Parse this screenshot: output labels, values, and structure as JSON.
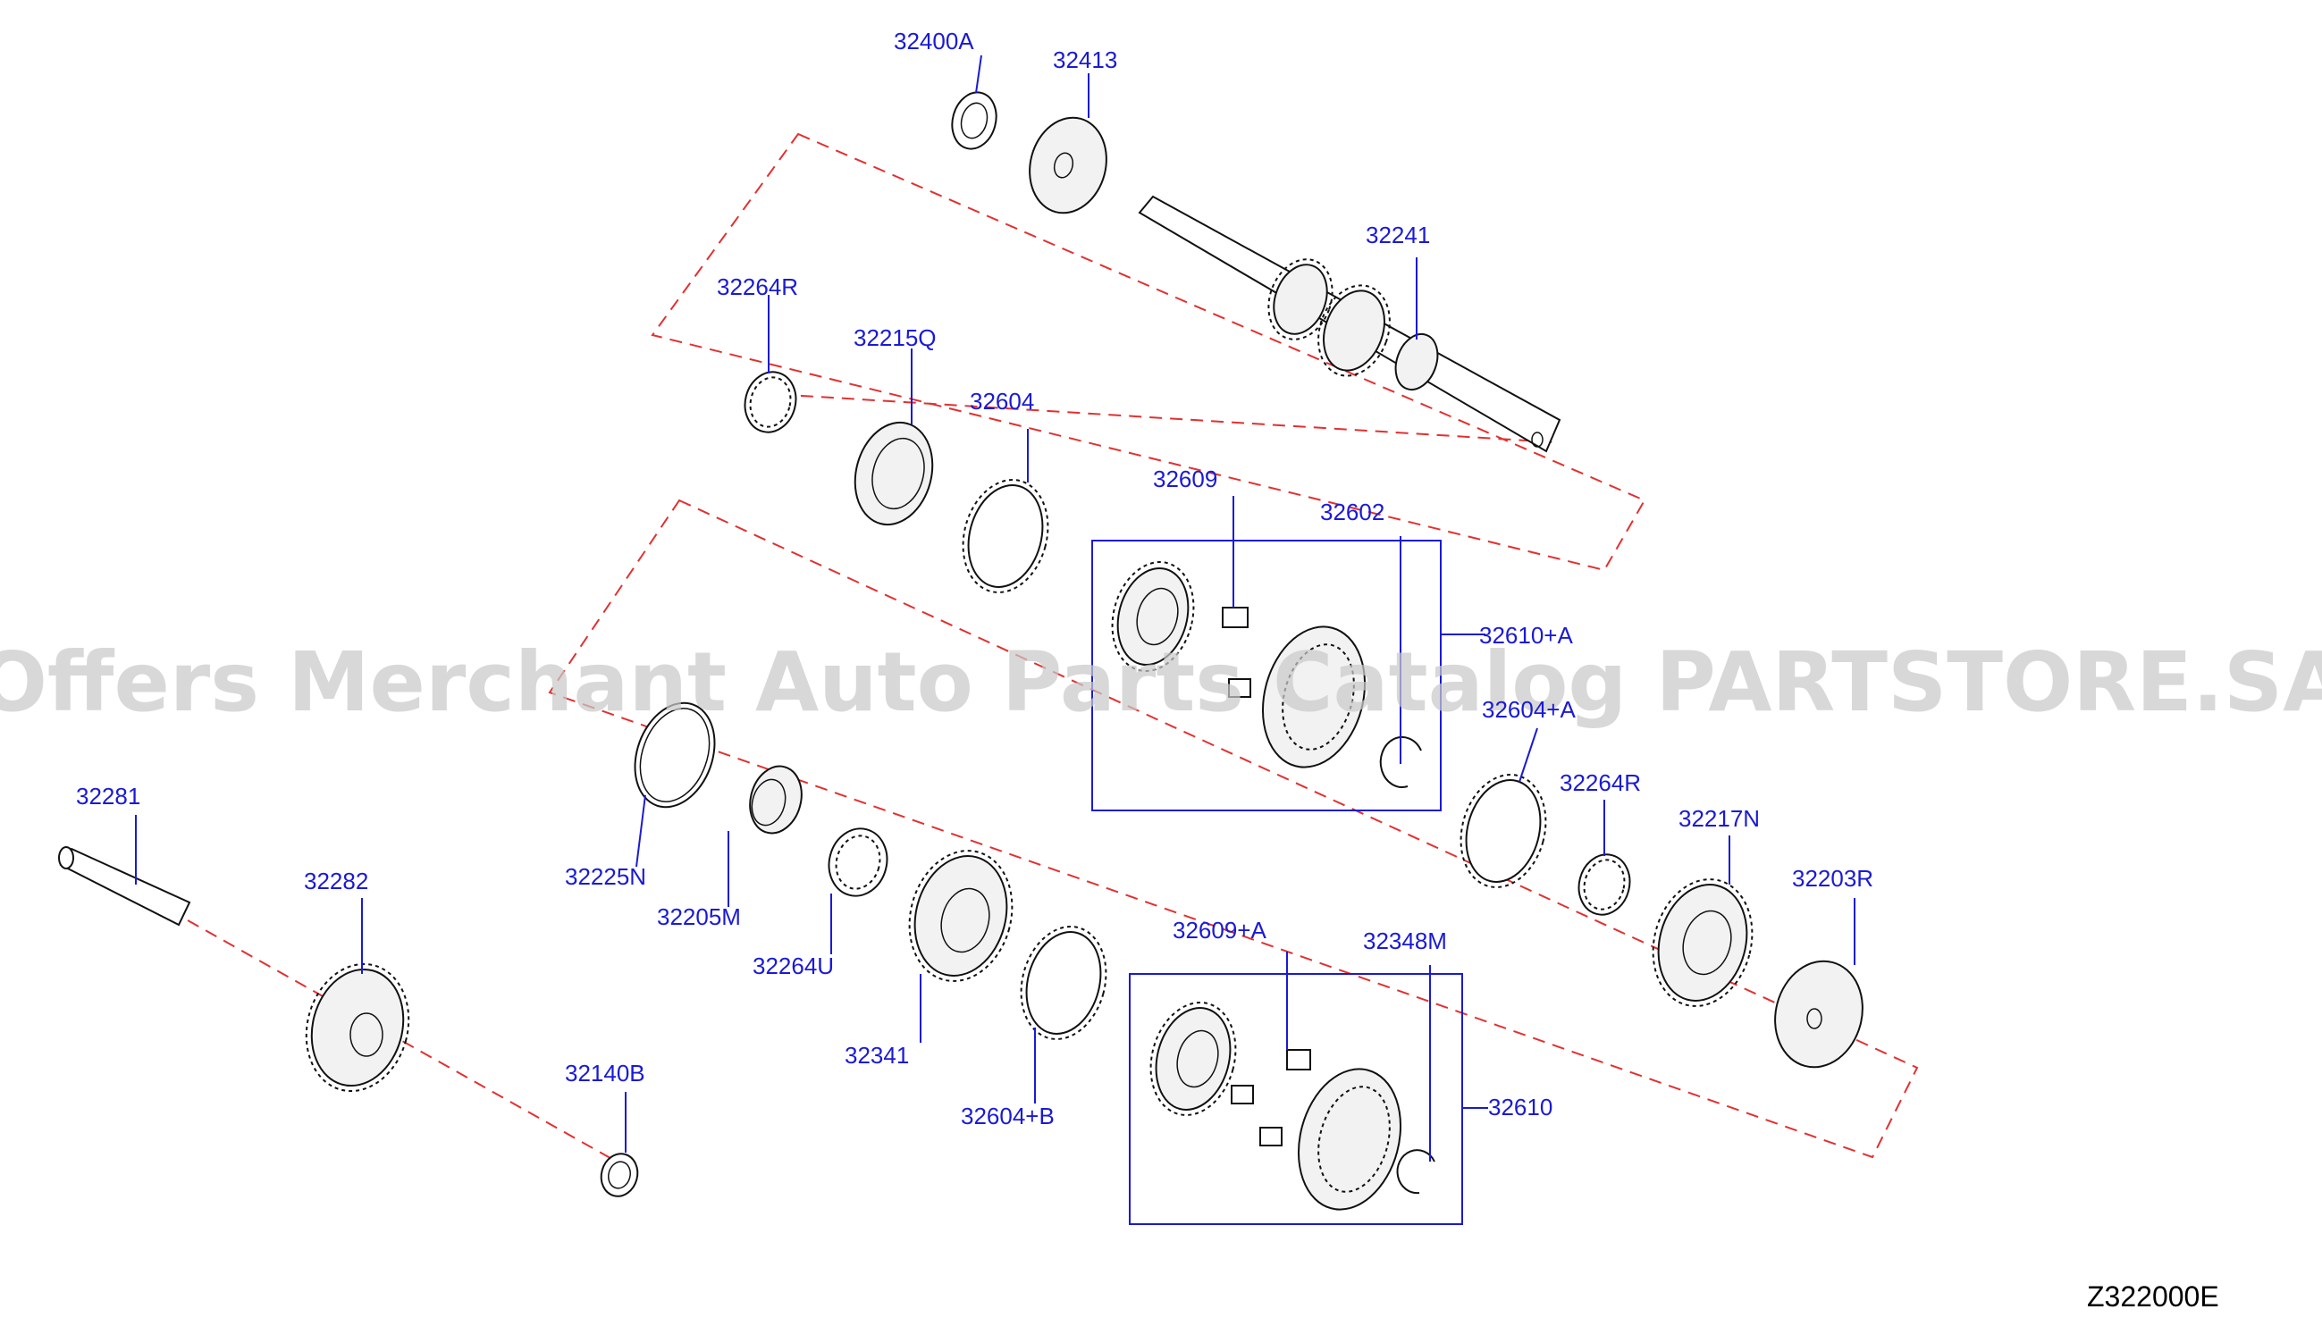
{
  "diagram": {
    "reference_code": "Z322000E",
    "watermark": "Offers Merchant Auto Parts Catalog PARTSTORE.SA",
    "callouts": [
      {
        "id": "32400A",
        "label": "32400A"
      },
      {
        "id": "32413",
        "label": "32413"
      },
      {
        "id": "32241",
        "label": "32241"
      },
      {
        "id": "32264R-top",
        "label": "32264R"
      },
      {
        "id": "32215Q",
        "label": "32215Q"
      },
      {
        "id": "32604",
        "label": "32604"
      },
      {
        "id": "32609",
        "label": "32609"
      },
      {
        "id": "32602",
        "label": "32602"
      },
      {
        "id": "32610A",
        "label": "32610+A"
      },
      {
        "id": "32604A",
        "label": "32604+A"
      },
      {
        "id": "32264R-mid",
        "label": "32264R"
      },
      {
        "id": "32217N",
        "label": "32217N"
      },
      {
        "id": "32203R",
        "label": "32203R"
      },
      {
        "id": "32281",
        "label": "32281"
      },
      {
        "id": "32282",
        "label": "32282"
      },
      {
        "id": "32225N",
        "label": "32225N"
      },
      {
        "id": "32205M",
        "label": "32205M"
      },
      {
        "id": "32264U",
        "label": "32264U"
      },
      {
        "id": "32341",
        "label": "32341"
      },
      {
        "id": "32609A",
        "label": "32609+A"
      },
      {
        "id": "32348M",
        "label": "32348M"
      },
      {
        "id": "32610",
        "label": "32610"
      },
      {
        "id": "32604B",
        "label": "32604+B"
      },
      {
        "id": "32140B",
        "label": "32140B"
      }
    ]
  }
}
